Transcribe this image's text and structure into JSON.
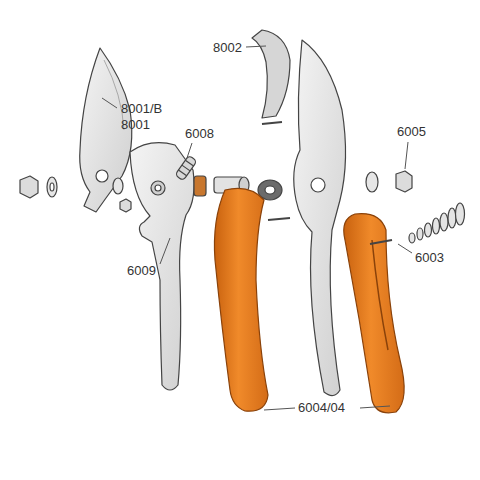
{
  "diagram": {
    "labels": [
      "8001/B",
      "8001",
      "8002",
      "6008",
      "6005",
      "6009",
      "6003",
      "6004/04"
    ]
  }
}
